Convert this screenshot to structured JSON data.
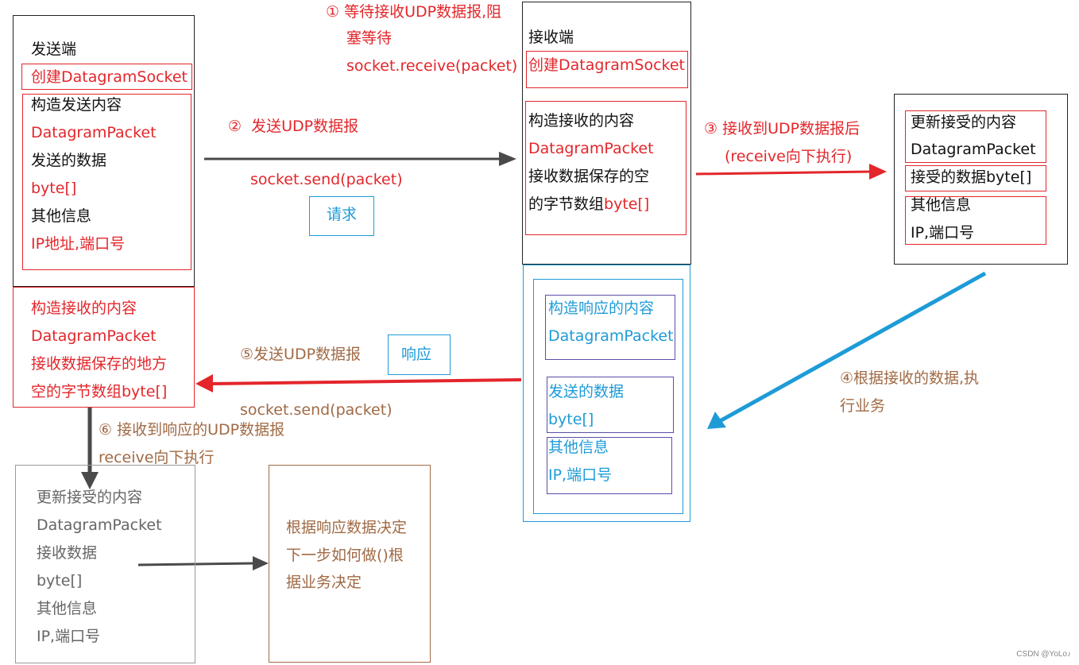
{
  "sender": {
    "title": "发送端",
    "create": "创建DatagramSocket",
    "send_packet": [
      "构造发送内容",
      "DatagramPacket",
      "发送的数据",
      "byte[]",
      "其他信息",
      "IP地址,端口号"
    ],
    "recv_packet": [
      "构造接收的内容",
      "DatagramPacket",
      "接收数据保存的地方",
      "空的字节数组byte[]"
    ]
  },
  "receiver": {
    "title": "接收端",
    "create": "创建DatagramSocket",
    "recv_packet": [
      "构造接收的内容",
      "DatagramPacket",
      "接收数据保存的空",
      "的字节数组byte[]"
    ]
  },
  "received_update": {
    "packet": [
      "更新接受的内容",
      "DatagramPacket"
    ],
    "data": "接受的数据byte[]",
    "other": [
      "其他信息",
      "IP,端口号"
    ]
  },
  "response_packet": {
    "header": [
      "构造响应的内容",
      "DatagramPacket"
    ],
    "data": [
      "发送的数据",
      "byte[]"
    ],
    "other": [
      "其他信息",
      "IP,端口号"
    ]
  },
  "client_update": [
    "更新接受的内容",
    "DatagramPacket",
    "接收数据",
    "byte[]",
    "其他信息",
    "IP,端口号"
  ],
  "decide": [
    "根据响应数据决定",
    "下一步如何做()根",
    "据业务决定"
  ],
  "steps": {
    "step1": [
      "① 等待接收UDP数据报,阻",
      "塞等待",
      "socket.receive(packet)"
    ],
    "step2": "②  发送UDP数据报",
    "step2_call": "socket.send(packet)",
    "request": "请求",
    "step3": [
      "③ 接收到UDP数据报后",
      "(receive向下执行)"
    ],
    "step4": [
      "④根据接收的数据,执",
      "行业务"
    ],
    "step5": "⑤发送UDP数据报",
    "response": "响应",
    "step5_call": "socket.send(packet)",
    "step6": [
      "⑥ 接收到响应的UDP数据报",
      "receive向下执行"
    ]
  },
  "watermark": "CSDN @YoLo♪",
  "colors": {
    "red": "#e3262b",
    "blue": "#1e9bd7",
    "dark_arrow": "#4a4a4a",
    "brown": "#a06a45",
    "gray": "#666666",
    "purple_border": "#5a4fa8"
  }
}
